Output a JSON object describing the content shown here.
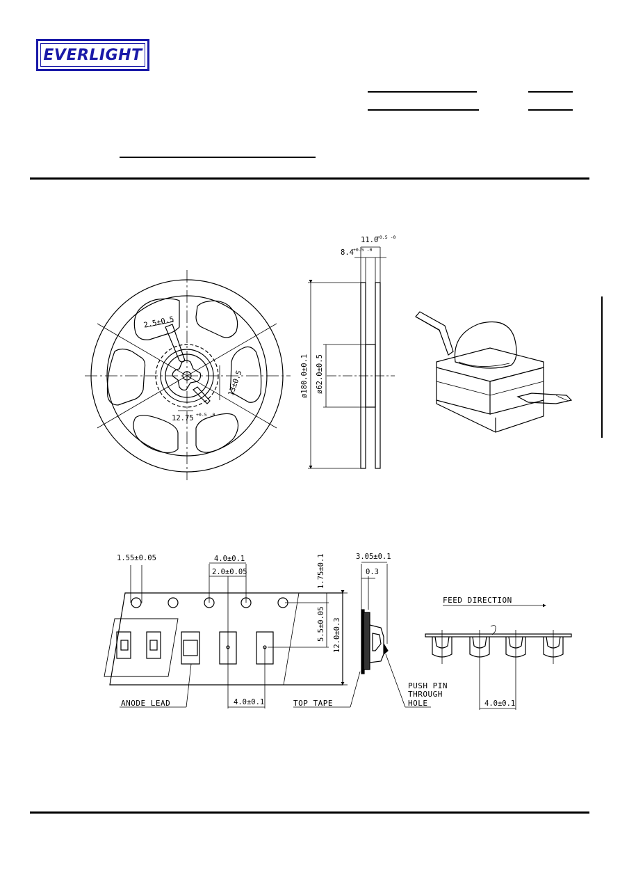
{
  "header": {
    "logo_text": "EVERLIGHT"
  },
  "reel": {
    "dim_hub_width": "2.5±0.5",
    "dim_hub_slot": "13±0.5",
    "dim_arbor": "12.75",
    "dim_arbor_tol": "+0.5 -0",
    "dim_width": "11.0",
    "dim_width_tol": "+0.5 -0",
    "dim_inner_width": "8.4",
    "dim_inner_tol": "+0.5 -0",
    "dim_outer_dia": "ø180.0±0.1",
    "dim_hub_dia": "ø62.0±0.5"
  },
  "tape": {
    "dim_hole_dia": "1.55±0.05",
    "dim_pitch_holes": "4.0±0.1",
    "dim_hole_to_pocket": "2.0±0.05",
    "dim_edge": "1.75±0.1",
    "dim_center": "5.5±0.05",
    "dim_width": "12.0±0.3",
    "dim_pocket_pitch": "4.0±0.1",
    "dim_thickness": "3.05±0.1",
    "dim_cover": "0.3",
    "label_anode": "ANODE LEAD",
    "label_top_tape": "TOP TAPE",
    "label_push_pin": "PUSH PIN",
    "label_through": "THROUGH",
    "label_hole": "HOLE",
    "label_feed": "FEED DIRECTION",
    "dim_side_pitch": "4.0±0.1"
  }
}
